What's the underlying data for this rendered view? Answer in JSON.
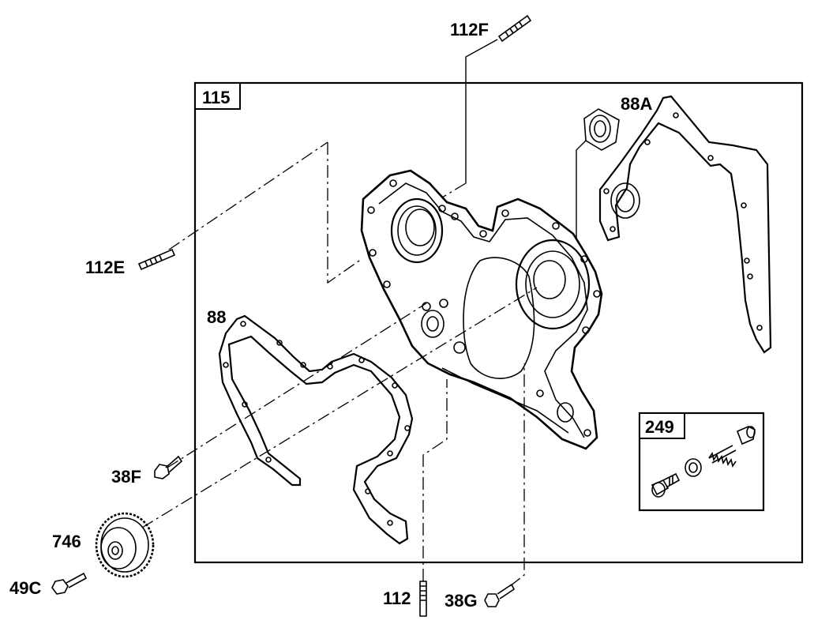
{
  "labels": {
    "p115": "115",
    "p112F": "112F",
    "p88A": "88A",
    "p112E": "112E",
    "p88": "88",
    "p249": "249",
    "p38F": "38F",
    "p746": "746",
    "p49C": "49C",
    "p112": "112",
    "p38G": "38G"
  }
}
